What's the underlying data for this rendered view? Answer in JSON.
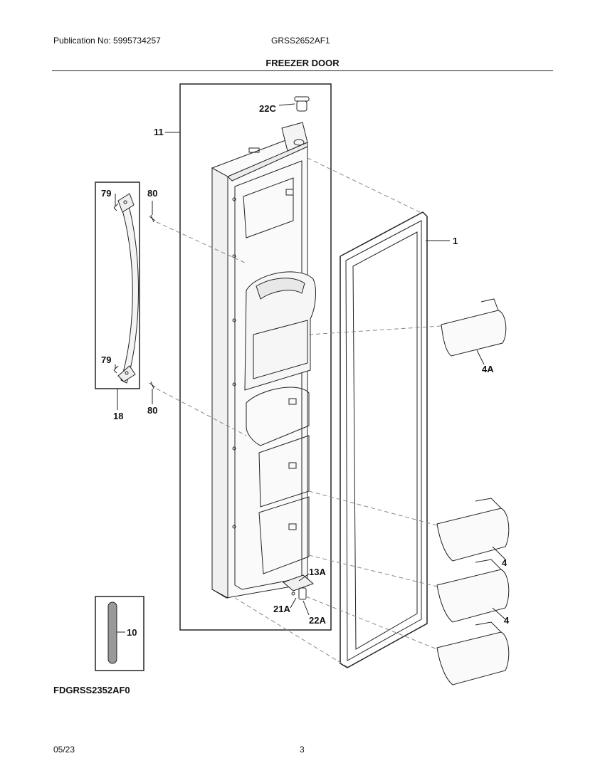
{
  "header": {
    "publication": "Publication No: 5995734257",
    "model": "GRSS2652AF1"
  },
  "title": "FREEZER DOOR",
  "diagram_code": "FDGRSS2352AF0",
  "footer": {
    "date": "05/23",
    "page": "3"
  },
  "callouts": {
    "c22C": "22C",
    "c11": "11",
    "c79a": "79",
    "c80a": "80",
    "c79b": "79",
    "c18": "18",
    "c80b": "80",
    "c1": "1",
    "c4A": "4A",
    "c4a": "4",
    "c4b": "4",
    "c13A": "13A",
    "c21A": "21A",
    "c22A": "22A",
    "c10": "10"
  }
}
